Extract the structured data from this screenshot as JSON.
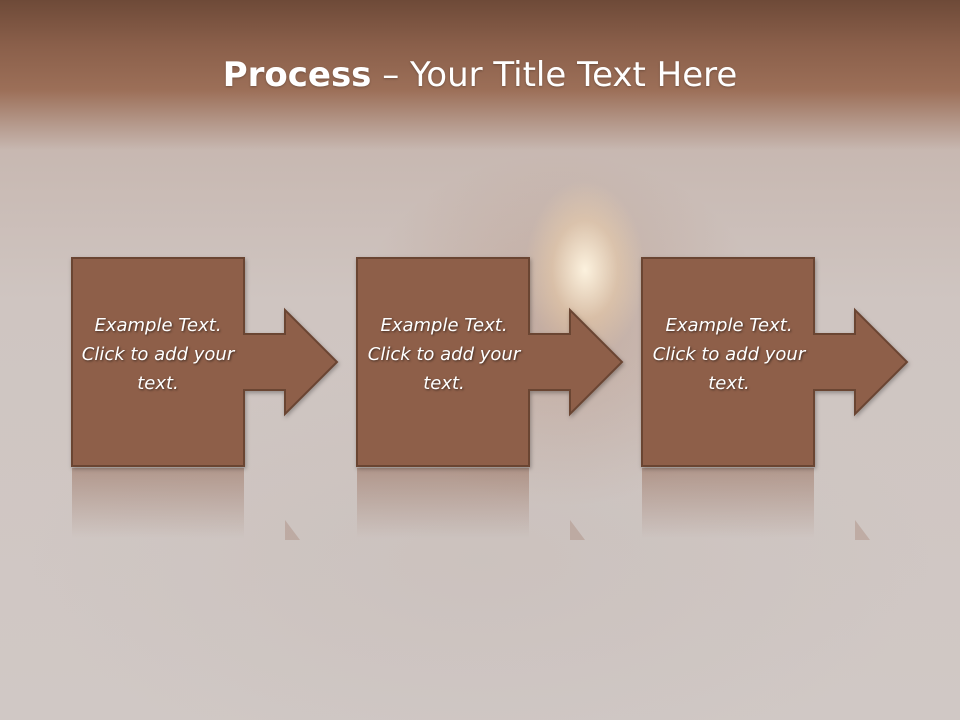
{
  "slide": {
    "title_bold": "Process",
    "title_rest": " – Your Title Text Here"
  },
  "steps": [
    {
      "text": "Example Text. Click  to add your text."
    },
    {
      "text": "Example Text. Click  to add your text."
    },
    {
      "text": "Example Text. Click  to add your text."
    }
  ],
  "colors": {
    "box_fill": "#8e5f4a",
    "box_stroke": "#6a4433",
    "header": "#8a5f4a"
  }
}
